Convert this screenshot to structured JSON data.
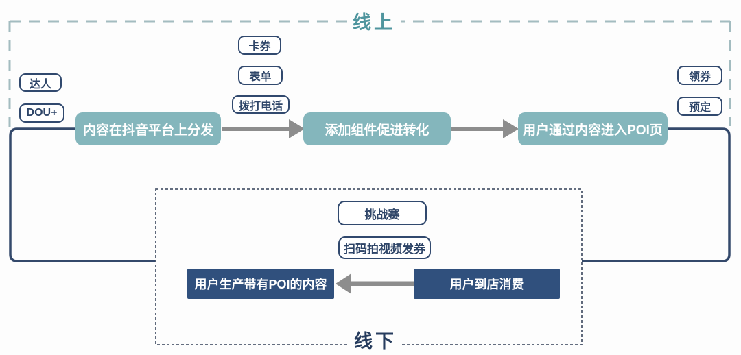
{
  "regions": {
    "online_label": "线上",
    "offline_label": "线下"
  },
  "nodes": {
    "distribute": "内容在抖音平台上分发",
    "add_components": "添加组件促进转化",
    "enter_poi": "用户通过内容进入POI页",
    "ugc_poi_content": "用户生产带有POI的内容",
    "store_consume": "用户到店消费"
  },
  "tags": {
    "daren": "达人",
    "dou_plus": "DOU+",
    "coupon_card": "卡券",
    "form": "表单",
    "phone_call": "拨打电话",
    "claim_coupon": "领券",
    "reserve": "预定",
    "challenge": "挑战赛",
    "scan_video_coupon": "扫码拍视频发券"
  },
  "colors": {
    "teal_node": "#84b6bc",
    "navy_node": "#30507d",
    "loop_line": "#34496b",
    "arrow": "#8d8d8d",
    "pill_border": "#31496e",
    "pill_text": "#2e4568",
    "online_accent": "#4f959e",
    "online_border": "#a3bcc0",
    "offline_accent": "#263c5e",
    "offline_border": "#4f5a6e"
  }
}
